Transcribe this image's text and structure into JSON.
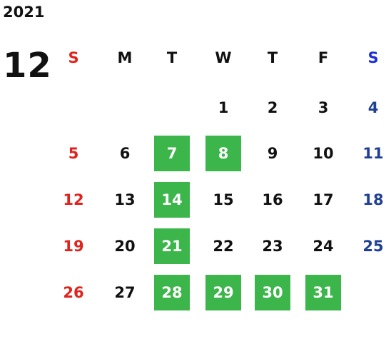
{
  "year": "2021",
  "month": "12",
  "weekdays": [
    "S",
    "M",
    "T",
    "W",
    "T",
    "F",
    "S"
  ],
  "colors": {
    "sunday": "#e0231c",
    "saturday": "#1f3f93",
    "weekday": "#111111",
    "highlight_bg": "#3cb54a",
    "highlight_text": "#ffffff"
  },
  "header_colors": [
    "#e0231c",
    "#111111",
    "#111111",
    "#111111",
    "#111111",
    "#111111",
    "#1a2fd6"
  ],
  "weeks": [
    [
      "",
      "",
      "",
      "1",
      "2",
      "3",
      "4"
    ],
    [
      "5",
      "6",
      "7",
      "8",
      "9",
      "10",
      "11"
    ],
    [
      "12",
      "13",
      "14",
      "15",
      "16",
      "17",
      "18"
    ],
    [
      "19",
      "20",
      "21",
      "22",
      "23",
      "24",
      "25"
    ],
    [
      "26",
      "27",
      "28",
      "29",
      "30",
      "31",
      ""
    ]
  ],
  "highlighted_days": [
    "7",
    "8",
    "14",
    "21",
    "28",
    "29",
    "30",
    "31"
  ]
}
